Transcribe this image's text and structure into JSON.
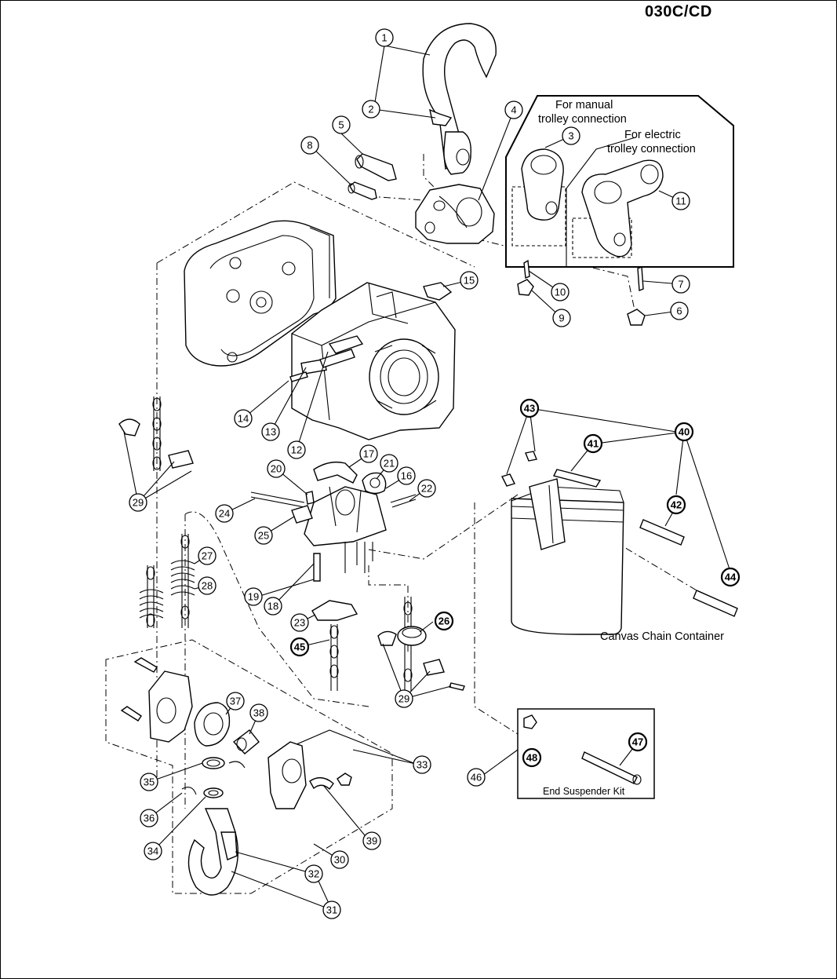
{
  "header": {
    "model": "030C/CD"
  },
  "labels": {
    "manual_1": "For manual",
    "manual_2": "trolley connection",
    "electric_1": "For electric",
    "electric_2": "trolley connection",
    "canvas": "Canvas Chain Container",
    "end_kit": "End Suspender Kit"
  },
  "callouts": {
    "c1": "1",
    "c2": "2",
    "c3": "3",
    "c4": "4",
    "c5": "5",
    "c6": "6",
    "c7": "7",
    "c8": "8",
    "c9": "9",
    "c10": "10",
    "c11": "11",
    "c12": "12",
    "c13": "13",
    "c14": "14",
    "c15": "15",
    "c16": "16",
    "c17": "17",
    "c18": "18",
    "c19": "19",
    "c20": "20",
    "c21": "21",
    "c22": "22",
    "c23": "23",
    "c24": "24",
    "c25": "25",
    "c26": "26",
    "c27": "27",
    "c28": "28",
    "c29a": "29",
    "c29b": "29",
    "c30": "30",
    "c31": "31",
    "c32": "32",
    "c33": "33",
    "c34": "34",
    "c35": "35",
    "c36": "36",
    "c37": "37",
    "c38": "38",
    "c39": "39",
    "c40": "40",
    "c41": "41",
    "c42": "42",
    "c43": "43",
    "c44": "44",
    "c45": "45",
    "c46": "46",
    "c47": "47",
    "c48": "48"
  }
}
